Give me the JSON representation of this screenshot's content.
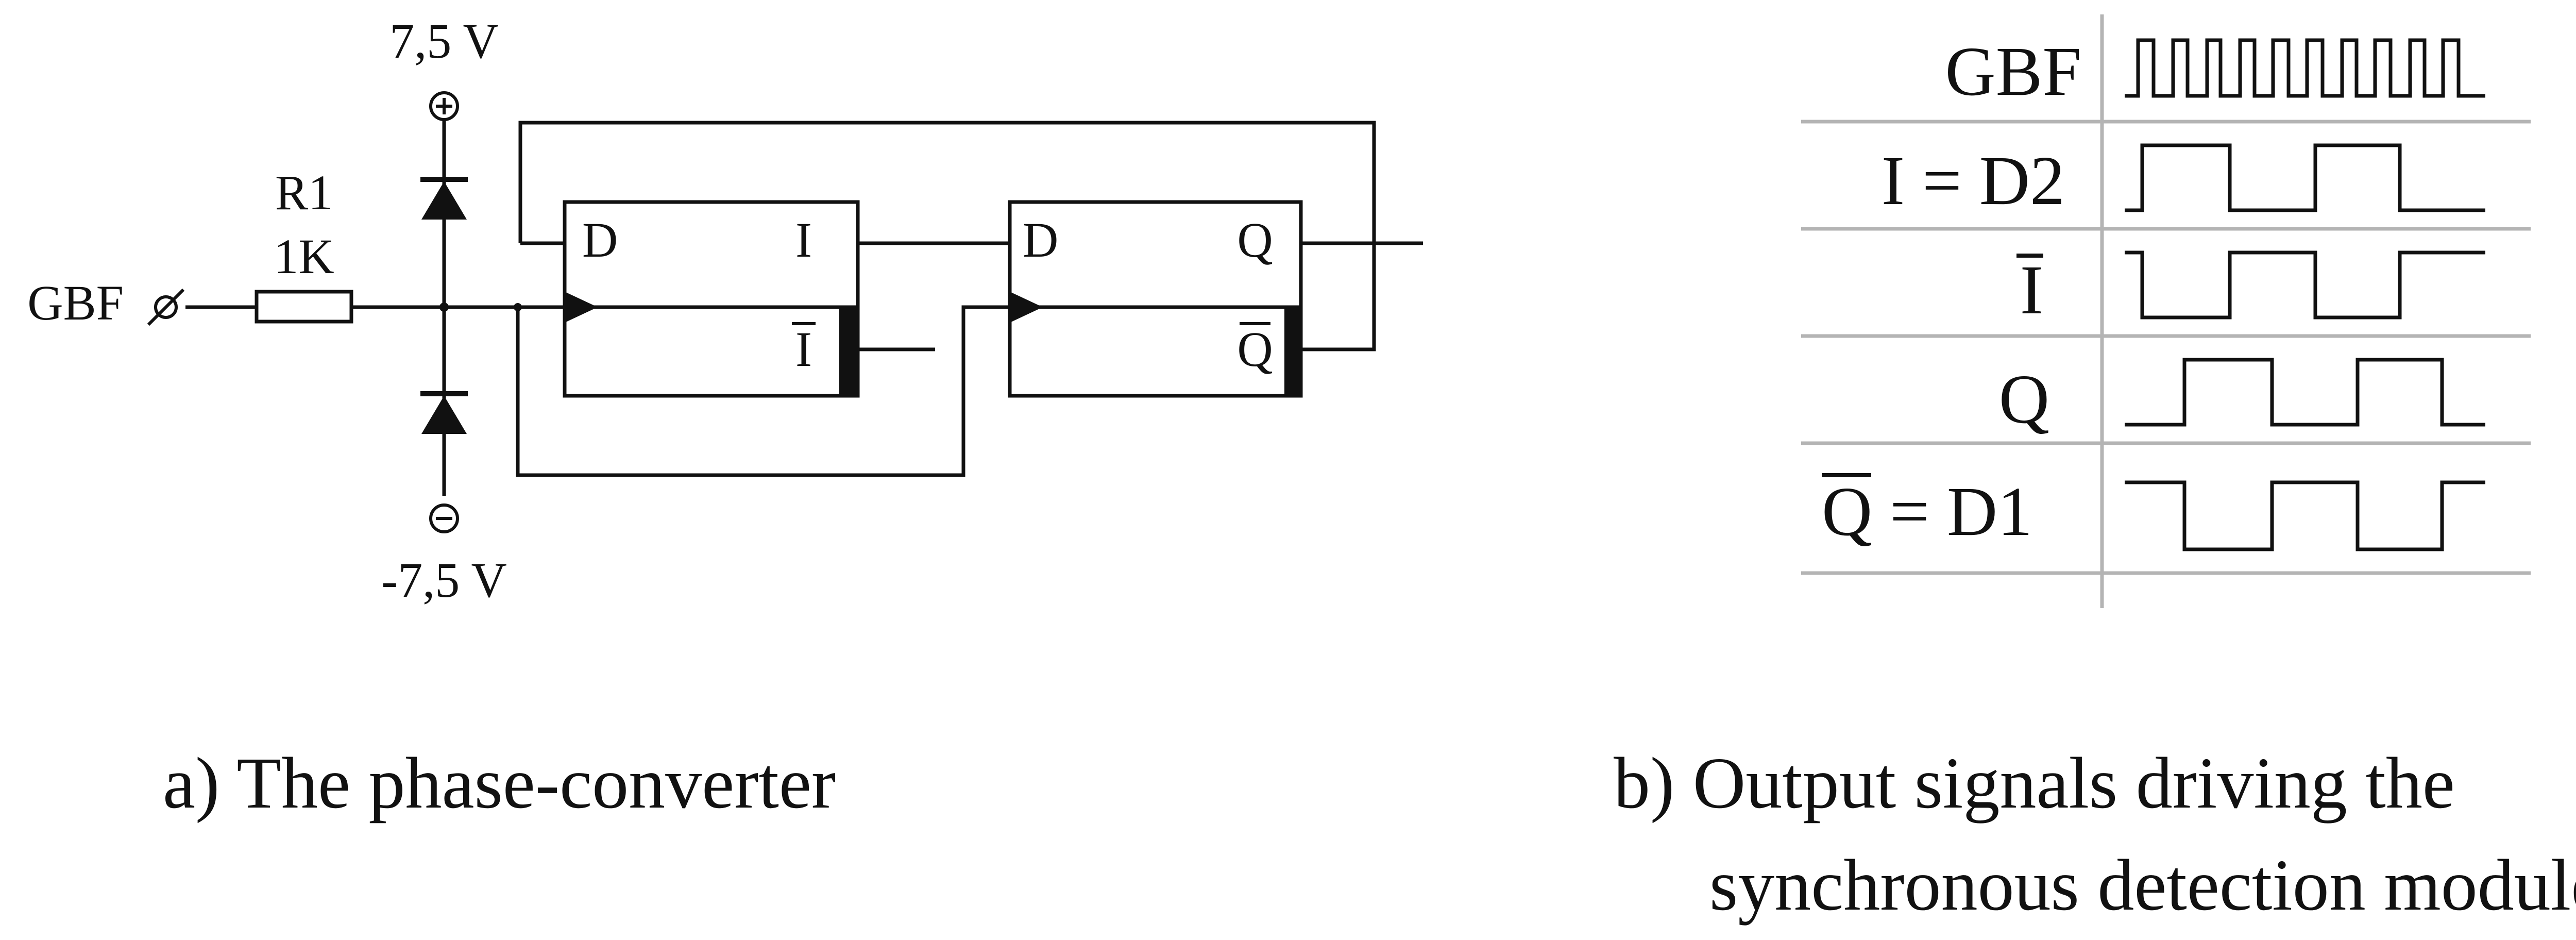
{
  "circuit": {
    "supply_pos": "7,5 V",
    "supply_neg": "-7,5 V",
    "plus_symbol": "+",
    "minus_symbol": "−",
    "input_label": "GBF",
    "resistor_name": "R1",
    "resistor_value": "1K",
    "ff1": {
      "d": "D",
      "out": "I",
      "out_bar": "I"
    },
    "ff2": {
      "d": "D",
      "out": "Q",
      "out_bar": "Q"
    }
  },
  "timing": {
    "rows": [
      {
        "label": "GBF"
      },
      {
        "label": "I = D2"
      },
      {
        "label": "I"
      },
      {
        "label": "Q"
      },
      {
        "label_main": "Q",
        "label_rest": " = D1"
      }
    ]
  },
  "captions": {
    "a": "a) The phase-converter",
    "b_line1": "b) Output signals driving the",
    "b_line2": "synchronous detection module"
  },
  "colors": {
    "ink": "#111111",
    "grid": "#b4b4b4",
    "background": "#ffffff"
  }
}
